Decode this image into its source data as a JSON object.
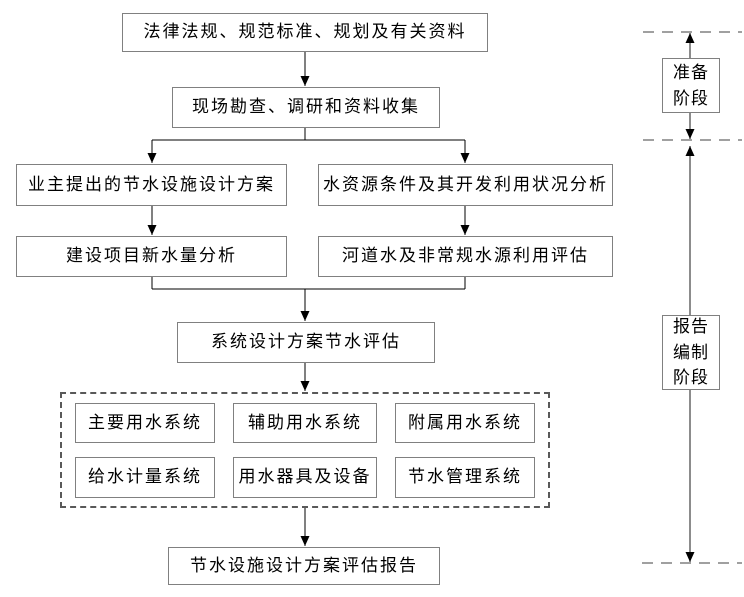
{
  "theme": {
    "bg": "#ffffff",
    "box-border": "#808080",
    "connector": "#000000",
    "dashed": "#595959",
    "text": "#000000"
  },
  "diagram": {
    "nodes": {
      "legal": "法律法规、规范标准、规划及有关资料",
      "survey": "现场勘查、调研和资料收集",
      "owner_plan": "业主提出的节水设施设计方案",
      "water_resource": "水资源条件及其开发利用状况分析",
      "new_water": "建设项目新水量分析",
      "river_water": "河道水及非常规水源利用评估",
      "system_eval": "系统设计方案节水评估",
      "main_water": "主要用水系统",
      "aux_water": "辅助用水系统",
      "attached_water": "附属用水系统",
      "metering": "给水计量系统",
      "appliances": "用水器具及设备",
      "management": "节水管理系统",
      "report": "节水设施设计方案评估报告"
    },
    "phases": {
      "preparation": "准备阶段",
      "report_compilation": "报告编制阶段"
    }
  }
}
